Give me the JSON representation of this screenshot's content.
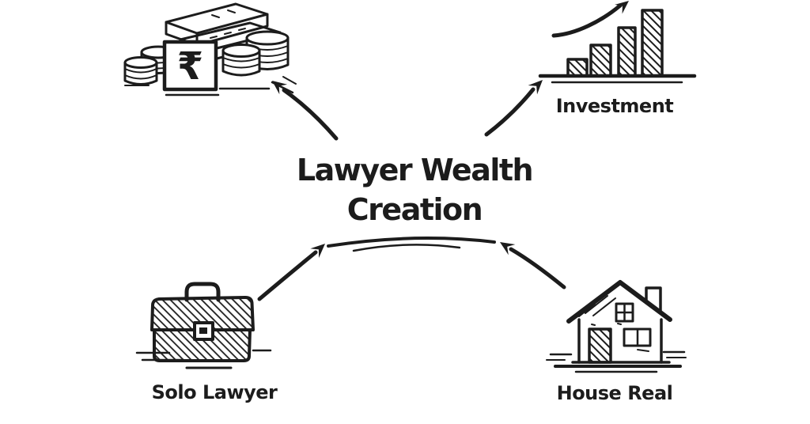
{
  "canvas": {
    "background": "#ffffff",
    "ink": "#1c1c1c"
  },
  "title": {
    "line1": "Lawyer Wealth",
    "line2": "Creation"
  },
  "nodes": {
    "money": {
      "icon": "cash-pile-icon",
      "currency_symbol": "₹"
    },
    "investment": {
      "icon": "growth-bar-chart-icon",
      "label": "Investment"
    },
    "solo_lawyer": {
      "icon": "briefcase-icon",
      "label": "Solo Lawyer"
    },
    "house_real": {
      "icon": "house-icon",
      "label": "House Real"
    }
  },
  "connections": [
    {
      "from": "center",
      "to": "money"
    },
    {
      "from": "center",
      "to": "investment"
    },
    {
      "from": "solo_lawyer",
      "to": "center"
    },
    {
      "from": "house_real",
      "to": "center"
    }
  ]
}
